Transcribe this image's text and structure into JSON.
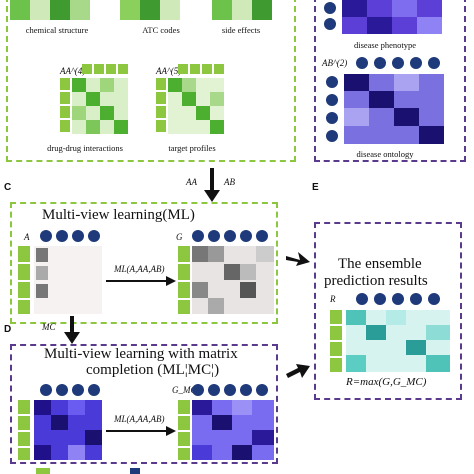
{
  "panel_a": {
    "labels": [
      "chemical structure",
      "ATC codes",
      "side effects",
      "drug-drug interactions",
      "target profiles"
    ],
    "mat_titles": [
      "AA^(4)",
      "AA^(5)"
    ]
  },
  "panel_b": {
    "labels": [
      "disease phenotype",
      "disease ontology"
    ],
    "mat_title": "AB^(2)"
  },
  "panel_c": {
    "letter": "C",
    "title": "Multi-view learning(ML)",
    "arrow_in": [
      "AA",
      "AB"
    ],
    "matrix_a": "A",
    "matrix_g": "G",
    "arrow_label": "ML(A,AA,AB)"
  },
  "panel_d": {
    "letter": "D",
    "arrow_label_mc": "MC",
    "title_line1": "Multi-view learning with matrix",
    "title_line2": "completion (ML¦MC¦)",
    "matrix_g": "G_MC",
    "arrow_label": "ML(A,AA,AB)"
  },
  "panel_e": {
    "letter": "E",
    "title_line1": "The ensemble",
    "title_line2": "prediction results",
    "matrix_r": "R",
    "formula": "R=max(G,G_MC)"
  },
  "colors": {
    "green": "#8dc63f",
    "purple": "#5a3a8c",
    "dark_arrow": "#111111"
  }
}
